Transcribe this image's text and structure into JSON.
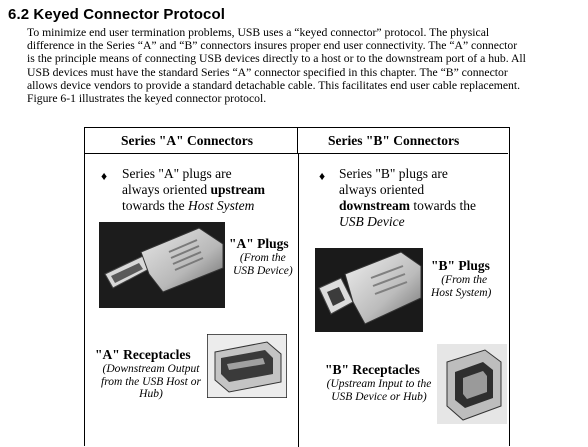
{
  "section": {
    "heading": "6.2 Keyed Connector Protocol",
    "paragraph_lines": [
      "To minimize end user termination problems, USB uses a “keyed connector” protocol.  The physical",
      "difference in the Series “A” and “B” connectors insures proper end user connectivity.  The “A” connector",
      "is the principle means of connecting USB devices directly to a host or to the downstream port of a hub.  All",
      "USB devices must have the standard Series “A” connector specified in this chapter.  The “B” connector",
      "allows device vendors to provide a standard detachable cable.  This facilitates end user cable replacement.",
      "Figure 6-1 illustrates the keyed connector protocol."
    ]
  },
  "figure": {
    "col_a": {
      "header": "Series \"A\" Connectors",
      "bullet": {
        "glyph": "♦",
        "line1": "Series \"A\" plugs are",
        "line2_pre": "always oriented ",
        "line2_bold": "upstream",
        "line3_pre": "towards the ",
        "line3_ital": "Host System"
      },
      "plug": {
        "title": "\"A\" Plugs",
        "sub1": "(From the",
        "sub2": "USB Device)"
      },
      "receptacle": {
        "title": "\"A\" Receptacles",
        "sub1": "(Downstream Output",
        "sub2": "from the USB Host or",
        "sub3": "Hub)"
      }
    },
    "col_b": {
      "header": "Series \"B\" Connectors",
      "bullet": {
        "glyph": "♦",
        "line1": "Series \"B\" plugs are",
        "line2": "always oriented",
        "line3_bold": "downstream",
        "line3_post": " towards the",
        "line4_ital": "USB Device"
      },
      "plug": {
        "title": "\"B\" Plugs",
        "sub1": "(From the",
        "sub2": "Host System)"
      },
      "receptacle": {
        "title": "\"B\" Receptacles",
        "sub1": "(Upstream Input to the",
        "sub2": "USB Device or Hub)"
      }
    }
  }
}
